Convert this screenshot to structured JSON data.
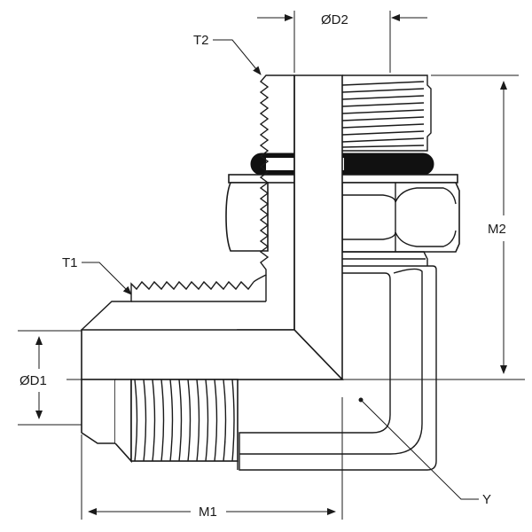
{
  "labels": {
    "d2": "ØD2",
    "t2": "T2",
    "t1": "T1",
    "m2": "M2",
    "d1": "ØD1",
    "m1": "M1",
    "y": "Y"
  },
  "colors": {
    "ink": "#1a1a1a",
    "oring": "#111111",
    "paper": "#ffffff"
  }
}
